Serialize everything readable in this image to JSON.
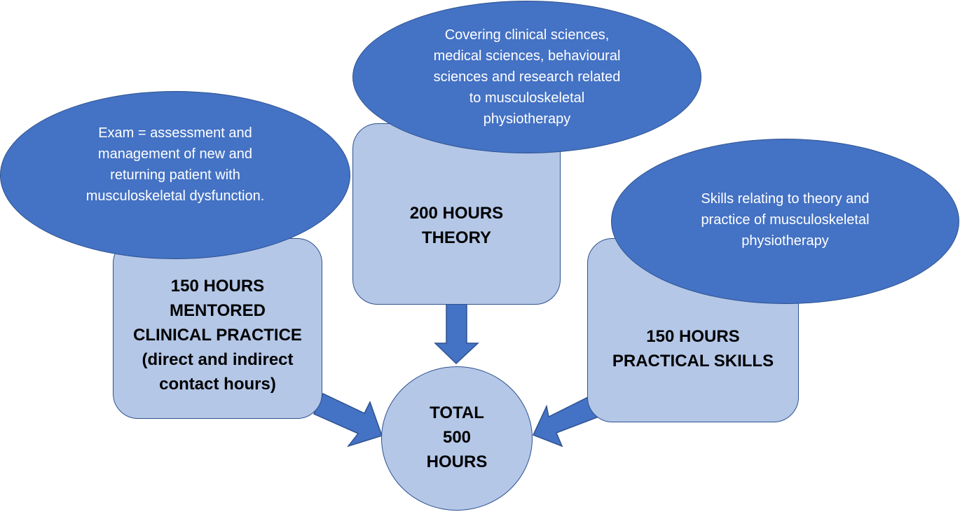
{
  "diagram": {
    "clinical": {
      "box_text": "150 HOURS\nMENTORED\nCLINICAL PRACTICE\n(direct and indirect\ncontact hours)",
      "note_text": "Exam = assessment and\nmanagement of new and\nreturning patient with\nmusculoskeletal dysfunction."
    },
    "theory": {
      "box_text": "200 HOURS\nTHEORY",
      "note_text": "Covering clinical sciences,\nmedical sciences, behavioural\nsciences and research related\nto musculoskeletal\nphysiotherapy"
    },
    "skills": {
      "box_text": "150 HOURS\nPRACTICAL SKILLS",
      "note_text": "Skills relating to theory and\npractice of musculoskeletal\nphysiotherapy"
    },
    "total": {
      "text": "TOTAL\n500\nHOURS"
    }
  },
  "colors": {
    "box_fill": "#b4c7e7",
    "ellipse_fill": "#4472c4",
    "outline": "#2f528f",
    "arrow_fill": "#4472c4"
  }
}
